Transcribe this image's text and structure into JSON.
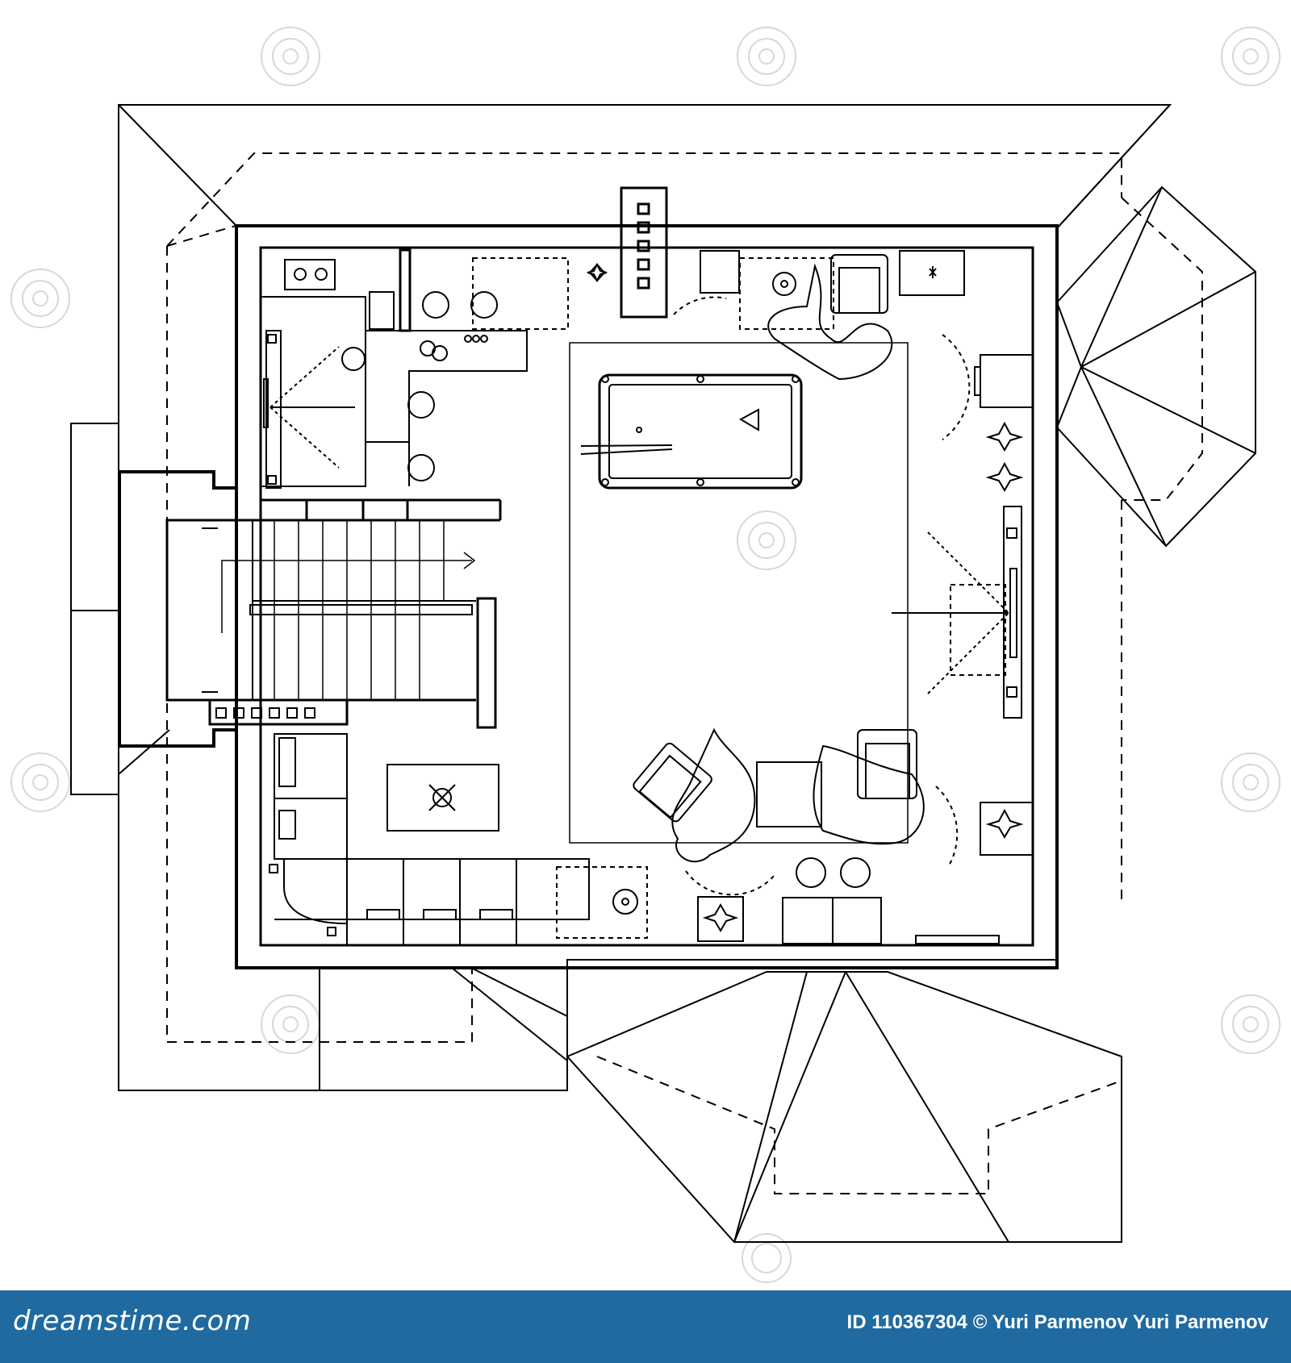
{
  "image": {
    "kind": "attic floor plan line drawing",
    "colors": {
      "line": "#000000",
      "background": "#ffffff",
      "footer": "#1f6aa0",
      "footer_text": "#ffffff"
    }
  },
  "footer": {
    "brand": "dreamstime.com",
    "id_text": "ID 110367304",
    "copyright_symbol": "©",
    "author": "Yuri Parmenov",
    "author_repeat": "Yuri Parmenov"
  }
}
